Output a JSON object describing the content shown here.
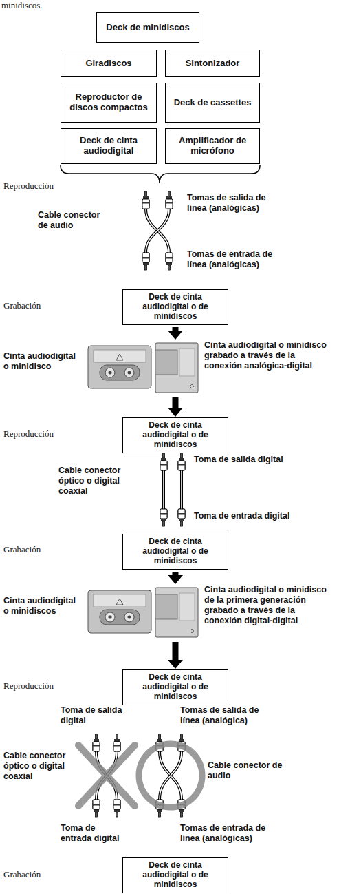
{
  "diagram": {
    "nodes": [
      {
        "text": [
          "Deck de minidiscos"
        ]
      },
      {
        "text": [
          "Giradiscos"
        ]
      },
      {
        "text": [
          "Sintonizador"
        ]
      },
      {
        "text": [
          "Reproductor de discos compactos"
        ]
      },
      {
        "text": [
          "Deck de cassettes"
        ]
      },
      {
        "text": [
          "Deck de cinta audiodigital"
        ]
      },
      {
        "text": [
          "Amplificador de micrófono"
        ]
      },
      {
        "text": [
          "Deck de cinta audiodigital o de minidiscos"
        ]
      },
      {
        "text": [
          "Cinta audiodigital o minidisco",
          "Cinta audiodigital o minidisco grabado a través de la conexión analógica-digital"
        ]
      },
      {
        "text": [
          "Deck de cinta audiodigital o de minidiscos"
        ]
      },
      {
        "text": [
          "Deck de cinta audiodigital o de minidiscos"
        ]
      },
      {
        "text": [
          "Cinta audiodigital o minidiscos",
          "Cinta audiodigital o minidisco de la primera generación grabado a través de la conexión digital-digital"
        ]
      },
      {
        "text": [
          "Deck de cinta audiodigital o de minidiscos"
        ]
      },
      {
        "text": [
          "Deck de cinta audiodigital o de minidiscos"
        ]
      }
    ],
    "edges": [
      {
        "from": 7,
        "to": 8,
        "arrow": "to"
      },
      {
        "from": 8,
        "to": 9,
        "arrow": "to"
      },
      {
        "from": 10,
        "to": 11,
        "arrow": "to"
      },
      {
        "from": 11,
        "to": 12,
        "arrow": "to"
      }
    ],
    "labels": [
      "minidiscos.",
      "Reproducción",
      "Tomas de salida de línea (analógicas)",
      "Cable conector de audio",
      "Tomas de entrada de línea (analógicas)",
      "Grabación",
      "Reproducción",
      "Toma de salida digital",
      "Cable conector óptico o digital coaxial",
      "Toma de entrada digital",
      "Grabación",
      "Reproducción",
      "Toma de salida digital",
      "Tomas de salida de línea (analógica)",
      "Cable conector óptico o digital coaxial",
      "Cable conector de audio",
      "Toma de entrada digital",
      "Tomas de entrada de línea (analógicas)",
      "Grabación"
    ]
  }
}
